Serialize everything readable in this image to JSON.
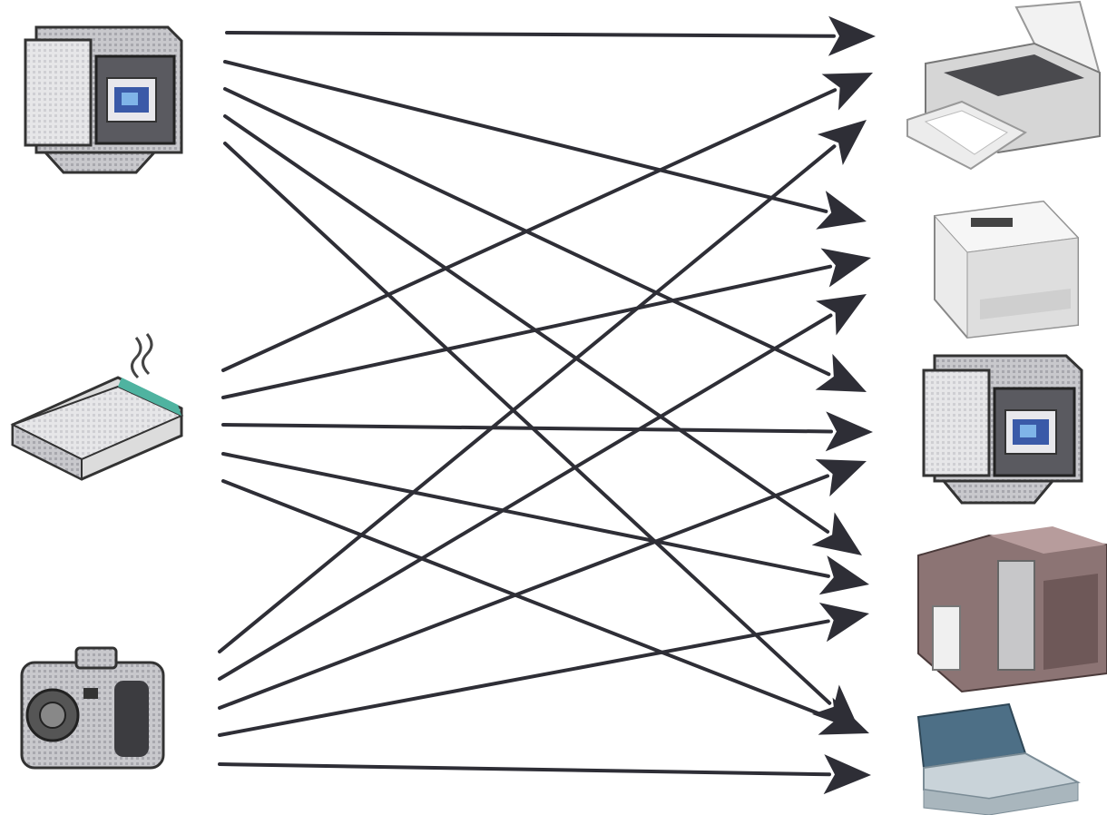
{
  "sources": [
    {
      "id": "computer",
      "icon": "computer-monitor-icon"
    },
    {
      "id": "modem",
      "icon": "modem-icon"
    },
    {
      "id": "camera",
      "icon": "digital-camera-icon"
    }
  ],
  "targets": [
    {
      "id": "inkjet-printer",
      "icon": "inkjet-printer-icon"
    },
    {
      "id": "laser-printer",
      "icon": "laser-printer-icon"
    },
    {
      "id": "monitor",
      "icon": "computer-monitor-icon"
    },
    {
      "id": "printing-press",
      "icon": "printing-press-icon"
    },
    {
      "id": "scanner",
      "icon": "flatbed-scanner-icon"
    }
  ],
  "edges": [
    {
      "from": "computer",
      "to": "inkjet-printer"
    },
    {
      "from": "computer",
      "to": "laser-printer"
    },
    {
      "from": "computer",
      "to": "monitor"
    },
    {
      "from": "computer",
      "to": "printing-press"
    },
    {
      "from": "computer",
      "to": "scanner"
    },
    {
      "from": "modem",
      "to": "inkjet-printer"
    },
    {
      "from": "modem",
      "to": "laser-printer"
    },
    {
      "from": "modem",
      "to": "monitor"
    },
    {
      "from": "modem",
      "to": "printing-press"
    },
    {
      "from": "modem",
      "to": "scanner"
    },
    {
      "from": "camera",
      "to": "inkjet-printer"
    },
    {
      "from": "camera",
      "to": "laser-printer"
    },
    {
      "from": "camera",
      "to": "monitor"
    },
    {
      "from": "camera",
      "to": "printing-press"
    },
    {
      "from": "camera",
      "to": "scanner"
    }
  ],
  "colors": {
    "arrow": "#2e2e36",
    "background": "#ffffff"
  }
}
